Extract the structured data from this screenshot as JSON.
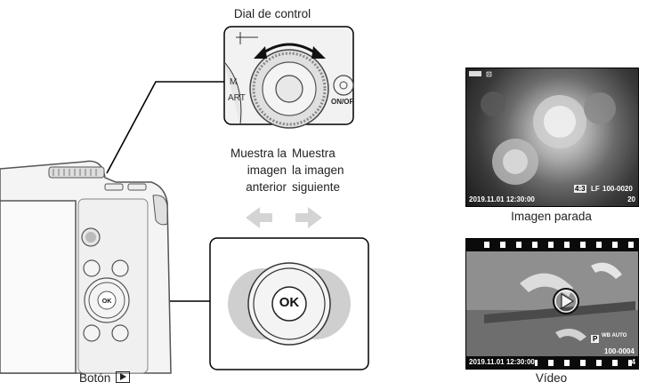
{
  "control_dial": {
    "title": "Dial de control",
    "on_off_label": "ON/OF"
  },
  "directions": {
    "previous": {
      "line1": "Muestra la",
      "line2": "imagen",
      "line3": "anterior"
    },
    "next": {
      "line1": "Muestra",
      "line2": "la imagen",
      "line3": "siguiente"
    }
  },
  "ok_label": "OK",
  "play_button": {
    "label": "Botón"
  },
  "still_image": {
    "caption": "Imagen parada",
    "datetime": "2019.11.01 12:30:00",
    "file_number": "100-0020",
    "count": "20",
    "quality": "LF",
    "aspect": "4:3"
  },
  "video": {
    "caption": "Vídeo",
    "datetime": "2019.11.01 12:30:00",
    "file_number": "100-0004",
    "count": "4",
    "mode": "P",
    "wb": "WB AUTO"
  }
}
